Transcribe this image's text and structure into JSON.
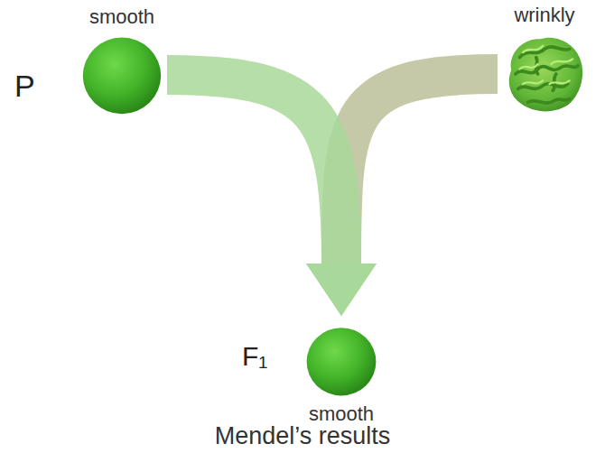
{
  "diagram": {
    "caption": "Mendel’s results",
    "nodes": [
      {
        "text": [
          "smooth"
        ]
      },
      {
        "text": [
          "wrinkly"
        ]
      },
      {
        "text": [
          "smooth"
        ]
      }
    ],
    "edges": [
      {
        "from": 0,
        "to": 2,
        "arrow": "to"
      },
      {
        "from": 1,
        "to": 2,
        "arrow": "to"
      }
    ],
    "labels": [
      "P",
      "F₁"
    ]
  }
}
